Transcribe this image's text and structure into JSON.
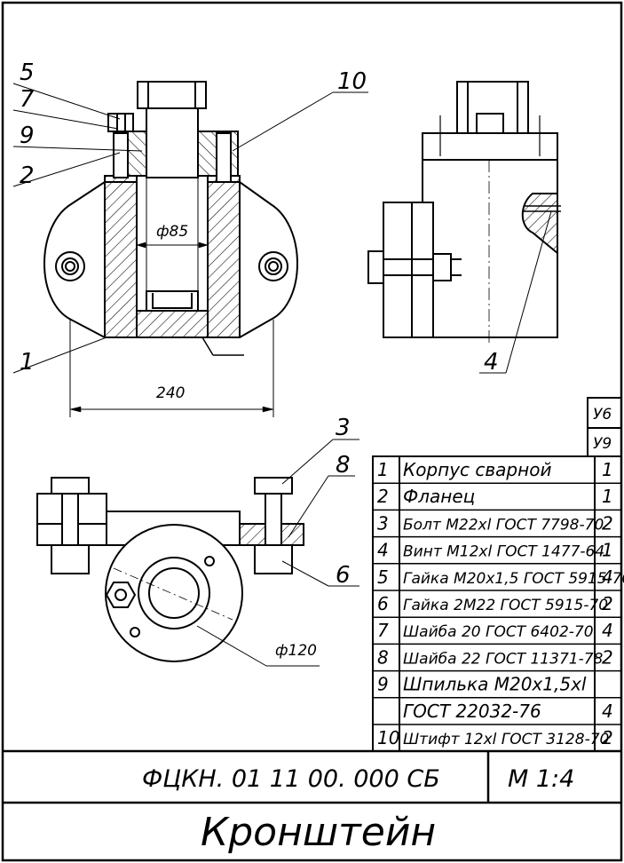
{
  "leaders": {
    "n1": "1",
    "n2": "2",
    "n3": "3",
    "n4": "4",
    "n5": "5",
    "n6": "6",
    "n7": "7",
    "n8": "8",
    "n9": "9",
    "n10": "10"
  },
  "dimensions": {
    "bore": "ф85",
    "width": "240",
    "flange": "ф120"
  },
  "corner_codes": [
    "У6",
    "У9"
  ],
  "bom": [
    {
      "pos": "1",
      "name": "Корпус сварной",
      "qty": "1"
    },
    {
      "pos": "2",
      "name": "Фланец",
      "qty": "1"
    },
    {
      "pos": "3",
      "name": "Болт М22xl ГОСТ 7798-70",
      "qty": "2"
    },
    {
      "pos": "4",
      "name": "Винт М12xl ГОСТ 1477-64",
      "qty": "1"
    },
    {
      "pos": "5",
      "name": "Гайка М20х1,5 ГОСТ 5915-70",
      "qty": "4"
    },
    {
      "pos": "6",
      "name": "Гайка 2М22 ГОСТ 5915-70",
      "qty": "2"
    },
    {
      "pos": "7",
      "name": "Шайба 20 ГОСТ 6402-70",
      "qty": "4"
    },
    {
      "pos": "8",
      "name": "Шайба 22 ГОСТ 11371-78",
      "qty": "2"
    },
    {
      "pos": "9",
      "name": "Шпилька М20х1,5xl",
      "qty": ""
    },
    {
      "pos": "",
      "name": "ГОСТ 22032-76",
      "qty": "4"
    },
    {
      "pos": "10",
      "name": "Штифт 12xl ГОСТ 3128-70",
      "qty": "2"
    }
  ],
  "title_block": {
    "code": "ФЦКН. 01 11 00. 000 СБ",
    "scale": "М 1:4",
    "name": "Кронштейн"
  }
}
